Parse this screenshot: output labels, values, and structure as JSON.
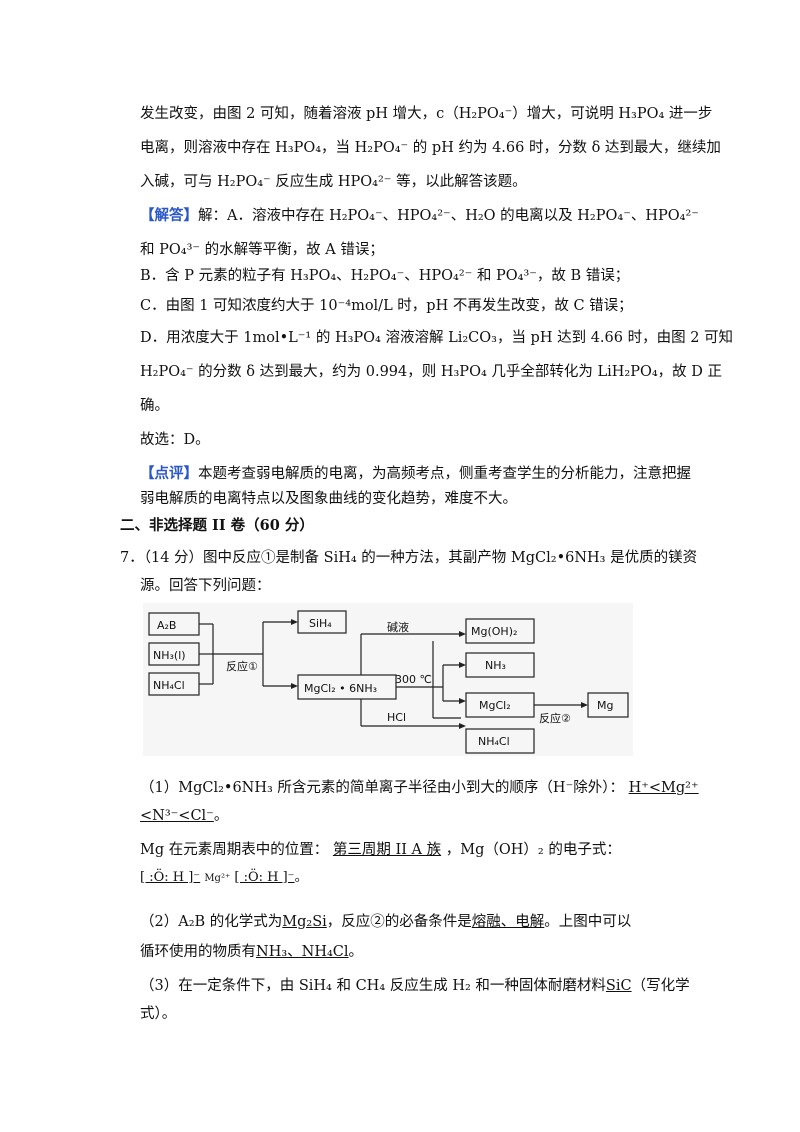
{
  "para1": {
    "l1": "发生改变，由图 2 可知，随着溶液 pH 增大，c（H₂PO₄⁻）增大，可说明 H₃PO₄ 进一步",
    "l2": "电离，则溶液中存在 H₃PO₄，当 H₂PO₄⁻ 的 pH 约为 4.66 时，分数 δ 达到最大，继续加",
    "l3": "入碱，可与 H₂PO₄⁻ 反应生成 HPO₄²⁻ 等，以此解答该题。"
  },
  "answer": {
    "tag": "【解答】",
    "l1": "解：A．溶液中存在 H₂PO₄⁻、HPO₄²⁻、H₂O 的电离以及 H₂PO₄⁻、HPO₄²⁻",
    "l2": "和 PO₄³⁻ 的水解等平衡，故 A 错误；",
    "b": "B．含 P 元素的粒子有 H₃PO₄、H₂PO₄⁻、HPO₄²⁻ 和 PO₄³⁻，故 B 错误；",
    "c": "C．由图 1 可知浓度约大于 10⁻⁴mol/L 时，pH 不再发生改变，故 C 错误；",
    "d1": "D．用浓度大于 1mol•L⁻¹ 的 H₃PO₄ 溶液溶解 Li₂CO₃，当 pH 达到 4.66 时，由图 2 可知",
    "d2": "H₂PO₄⁻ 的分数 δ 达到最大，约为 0.994，则 H₃PO₄ 几乎全部转化为 LiH₂PO₄，故 D 正",
    "d3": "确。",
    "choice": "故选：D。"
  },
  "comment": {
    "tag": "【点评】",
    "l1": "本题考查弱电解质的电离，为高频考点，侧重考查学生的分析能力，注意把握",
    "l2": "弱电解质的电离特点以及图象曲线的变化趋势，难度不大。"
  },
  "section": "二、非选择题 II 卷（60 分）",
  "q7": {
    "l1": "7．（14 分）图中反应①是制备 SiH₄ 的一种方法，其副产物 MgCl₂•6NH₃ 是优质的镁资",
    "l2": "源。回答下列问题："
  },
  "diagram": {
    "left": [
      "A₂B",
      "NH₃(l)",
      "NH₄Cl"
    ],
    "reaction1": "反应①",
    "sih4": "SiH₄",
    "mid": "MgCl₂ • 6NH₃",
    "alkali": "碱液",
    "temp": "300 ℃",
    "hcl": "HCl",
    "right": [
      "Mg(OH)₂",
      "NH₃",
      "MgCl₂",
      "NH₄Cl"
    ],
    "reaction2": "反应②",
    "mg": "Mg"
  },
  "part1": {
    "prefix": "（1）MgCl₂•6NH₃ 所含元素的简单离子半径由小到大的顺序（H⁻除外）：",
    "answer_a": "H⁺<Mg²⁺",
    "answer_b": "<N³⁻<Cl⁻",
    "end": "。",
    "mg_prefix": "Mg 在元素周期表中的位置：",
    "mg_answer": "第三周期 II A 族",
    "mg_mid": "，Mg（OH）₂ 的电子式：",
    "lewis_left": "[ :Ö: H ]⁻",
    "lewis_mg": "Mg²⁺",
    "lewis_right": "[ :Ö: H ]⁻",
    "lewis_end": "。"
  },
  "part2": {
    "prefix": "（2）A₂B 的化学式为",
    "a1": "Mg₂Si",
    "mid": "，反应②的必备条件是",
    "a2": "熔融、电解",
    "suffix": "。上图中可以",
    "l2_prefix": "循环使用的物质有",
    "a3": "NH₃、NH₄Cl",
    "l2_end": "。"
  },
  "part3": {
    "prefix": "（3）在一定条件下，由 SiH₄ 和 CH₄ 反应生成 H₂ 和一种固体耐磨材料",
    "a1": "SiC",
    "suffix": "（写化学",
    "l2": "式）。"
  }
}
